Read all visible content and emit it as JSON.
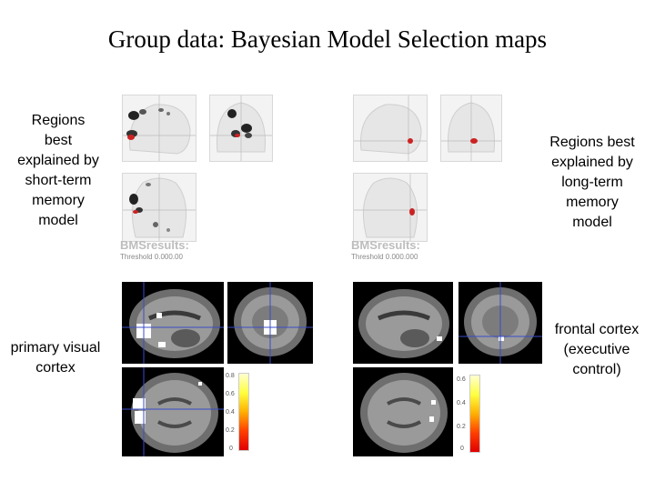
{
  "title": "Group data: Bayesian Model Selection maps",
  "labels": {
    "short_term": "Regions\nbest\nexplained by\nshort-term\nmemory\nmodel",
    "long_term": "Regions best\nexplained by\nlong-term\nmemory\nmodel",
    "visual": "primary visual\ncortex",
    "frontal": "frontal cortex\n(executive\ncontrol)"
  },
  "glass_brain": {
    "brand_left": "BMSresults:",
    "brand_right": "BMSresults:",
    "thresh_left": "Threshold 0.000.00",
    "thresh_right": "Threshold 0.000.000"
  },
  "colorbars": {
    "left": [
      "0.8",
      "0.6",
      "0.4",
      "0.2",
      "0"
    ],
    "right": [
      "0.6",
      "0.4",
      "0.2",
      "0"
    ]
  },
  "colors": {
    "overlay": "#ffffff",
    "hot_red": "#cc2222",
    "crosshair": "#3a4cc8"
  }
}
